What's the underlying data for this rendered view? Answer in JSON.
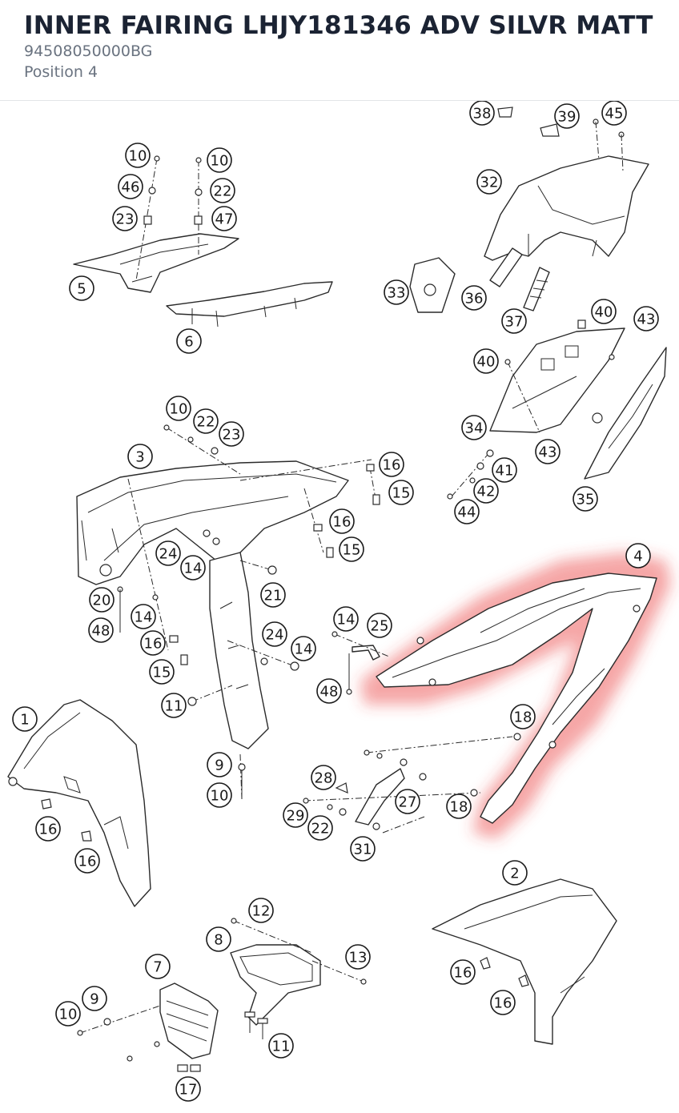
{
  "header": {
    "title": "INNER FAIRING LHJY181346 ADV SILVR MATT",
    "part_number": "94508050000BG",
    "position": "Position 4"
  },
  "highlight": {
    "label": "4",
    "color": "#e83a3a"
  },
  "callouts": {
    "c38": "38",
    "c39": "39",
    "c45": "45",
    "c32": "32",
    "c33": "33",
    "c36": "36",
    "c37": "37",
    "c40a": "40",
    "c43a": "43",
    "c40b": "40",
    "c34": "34",
    "c43b": "43",
    "c41": "41",
    "c42": "42",
    "c44": "44",
    "c35": "35",
    "c10a": "10",
    "c46": "46",
    "c23a": "23",
    "c10b": "10",
    "c22a": "22",
    "c47": "47",
    "c5": "5",
    "c6": "6",
    "c10c": "10",
    "c22b": "22",
    "c23b": "23",
    "c3": "3",
    "c16a": "16",
    "c15a": "15",
    "c16b": "16",
    "c15b": "15",
    "c24a": "24",
    "c14a": "14",
    "c20": "20",
    "c14b": "14",
    "c48a": "48",
    "c16c": "16",
    "c15c": "15",
    "c21": "21",
    "c24b": "24",
    "c14c": "14",
    "c11a": "11",
    "c9a": "9",
    "c10d": "10",
    "c14d": "14",
    "c25": "25",
    "c48b": "48",
    "c4": "4",
    "c18a": "18",
    "c18b": "18",
    "c28": "28",
    "c27": "27",
    "c29": "29",
    "c22c": "22",
    "c31": "31",
    "c1": "1",
    "c16d": "16",
    "c16e": "16",
    "c2": "2",
    "c16f": "16",
    "c16g": "16",
    "c12": "12",
    "c8": "8",
    "c13": "13",
    "c7": "7",
    "c9b": "9",
    "c10e": "10",
    "c11b": "11",
    "c17": "17"
  }
}
